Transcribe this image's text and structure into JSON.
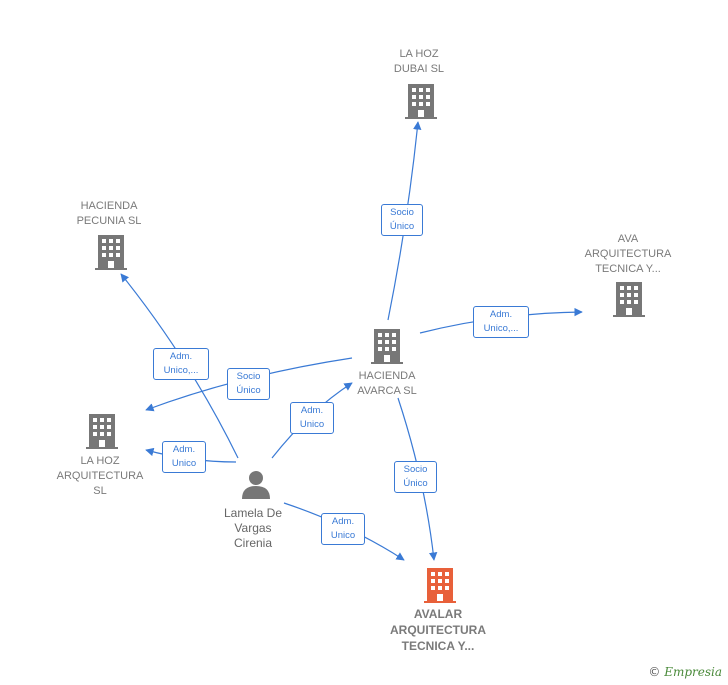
{
  "colors": {
    "edge": "#3a7ad5",
    "company": "#777777",
    "main_company": "#e8603a",
    "person": "#777777"
  },
  "nodes": {
    "lahoz_dubai": {
      "label": "LA HOZ\nDUBAI  SL"
    },
    "hacienda_pecunia": {
      "label": "HACIENDA\nPECUNIA  SL"
    },
    "ava_arquitectura": {
      "label": "AVA\nARQUITECTURA\nTECNICA Y..."
    },
    "hacienda_avarca": {
      "label": "HACIENDA\nAVARCA  SL"
    },
    "lahoz_arquitectura": {
      "label": "LA HOZ\nARQUITECTURA\nSL"
    },
    "lamela": {
      "label": "Lamela De\nVargas\nCirenia"
    },
    "avalar": {
      "label": "AVALAR\nARQUITECTURA\nTECNICA Y..."
    }
  },
  "edges": [
    {
      "id": "avarca-dubai",
      "label": "Socio\nÚnico"
    },
    {
      "id": "avarca-ava",
      "label": "Adm.\nUnico,..."
    },
    {
      "id": "lamela-pecunia",
      "label": "Adm.\nUnico,..."
    },
    {
      "id": "avarca-lahozarq",
      "label": "Socio\nÚnico"
    },
    {
      "id": "lamela-avarca",
      "label": "Adm.\nUnico"
    },
    {
      "id": "lamela-lahozarq",
      "label": "Adm.\nUnico"
    },
    {
      "id": "avarca-avalar",
      "label": "Socio\nÚnico"
    },
    {
      "id": "lamela-avalar",
      "label": "Adm.\nUnico"
    }
  ],
  "brand": {
    "copyright": "©",
    "name": "Empresia"
  }
}
